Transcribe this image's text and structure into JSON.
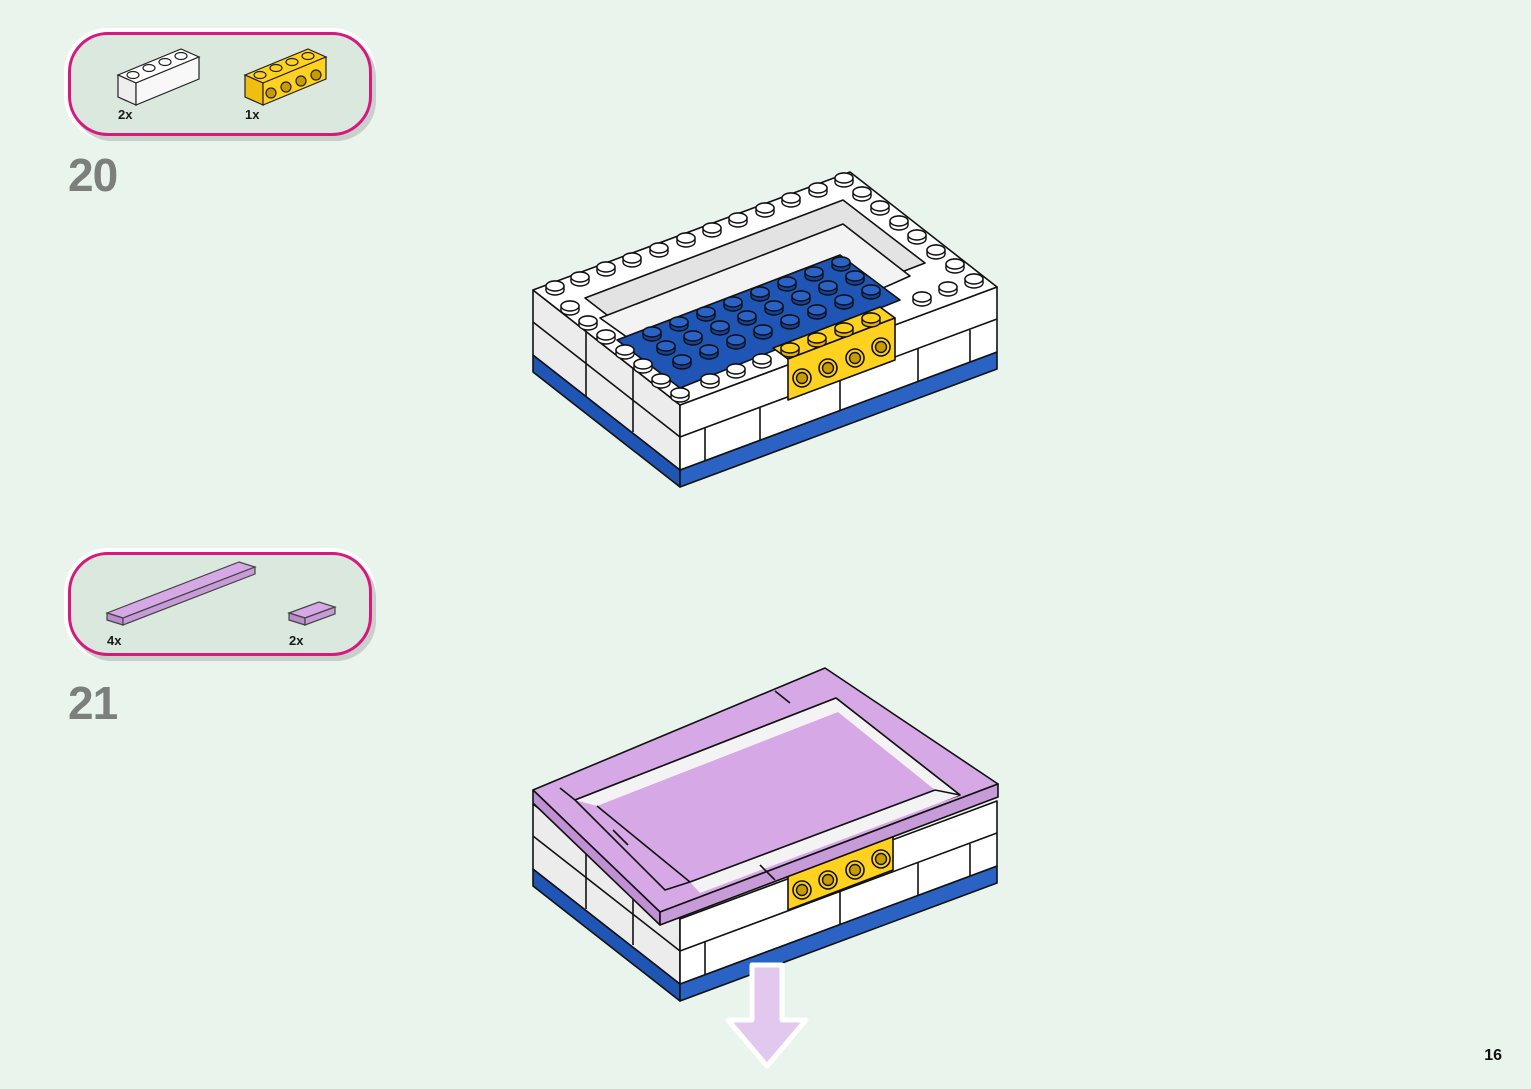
{
  "page_number": "16",
  "steps": [
    {
      "number": "20",
      "parts": [
        {
          "count": "2x",
          "name": "white-brick-1x4",
          "color": "#ffffff"
        },
        {
          "count": "1x",
          "name": "yellow-technic-brick-1x4",
          "color": "#ffd21f"
        }
      ]
    },
    {
      "number": "21",
      "parts": [
        {
          "count": "4x",
          "name": "lavender-tile-1x8",
          "color": "#d6a8e6"
        },
        {
          "count": "2x",
          "name": "lavender-tile-1x2",
          "color": "#d6a8e6"
        }
      ]
    }
  ],
  "colors": {
    "callout_border": "#d6197f",
    "callout_fill": "#dbe8de",
    "background": "#e9f4ec",
    "brick_blue": "#1f55b5",
    "brick_yellow": "#ffd21f",
    "brick_lavender": "#d6a8e6",
    "arrow": "#e2c8ee"
  }
}
